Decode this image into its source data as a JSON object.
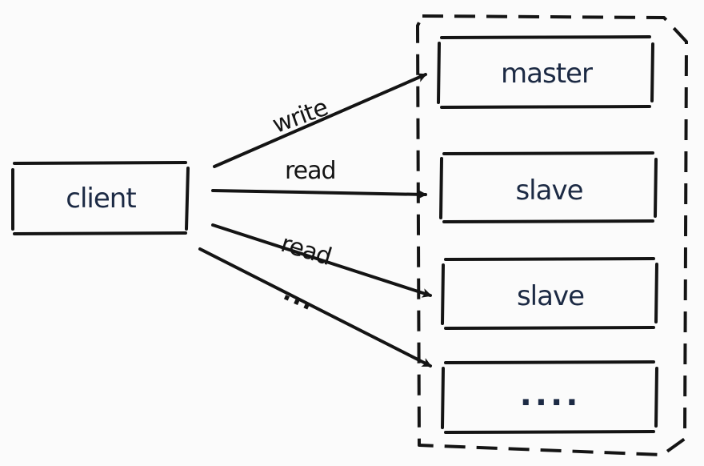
{
  "client": {
    "label": "client"
  },
  "cluster": {
    "nodes": [
      {
        "label": "master"
      },
      {
        "label": "slave"
      },
      {
        "label": "slave"
      },
      {
        "label": "...."
      }
    ]
  },
  "edges": [
    {
      "label": "write"
    },
    {
      "label": "read"
    },
    {
      "label": "read"
    },
    {
      "label": "..."
    }
  ],
  "colors": {
    "ink": "#141414",
    "node_text": "#1c2a44",
    "background": "#fbfbfb"
  }
}
